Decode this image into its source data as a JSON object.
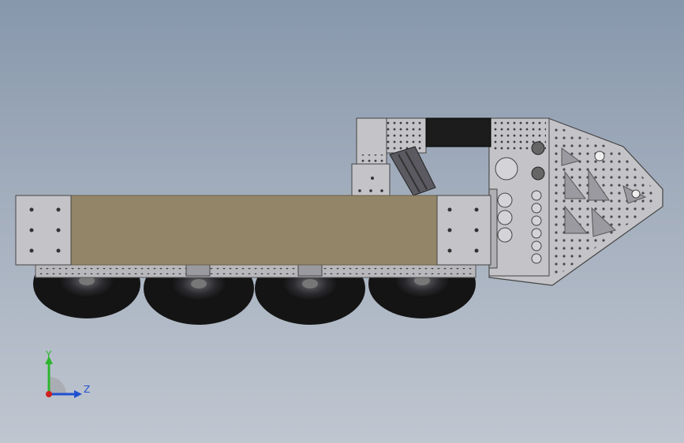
{
  "viewport": {
    "background_top": "#8797ac",
    "background_bottom": "#bfc6d0"
  },
  "model": {
    "panel_color": "#938568",
    "metal_color": "#c0c0c4",
    "metal_dark": "#505058",
    "tire_color": "#151515",
    "bar_color": "#1c1c1c",
    "wheel_count": 4
  },
  "triad": {
    "y_label": "Y",
    "z_label": "Z",
    "y_color": "#2db52d",
    "z_color": "#2050d0",
    "x_color": "#d02020"
  }
}
